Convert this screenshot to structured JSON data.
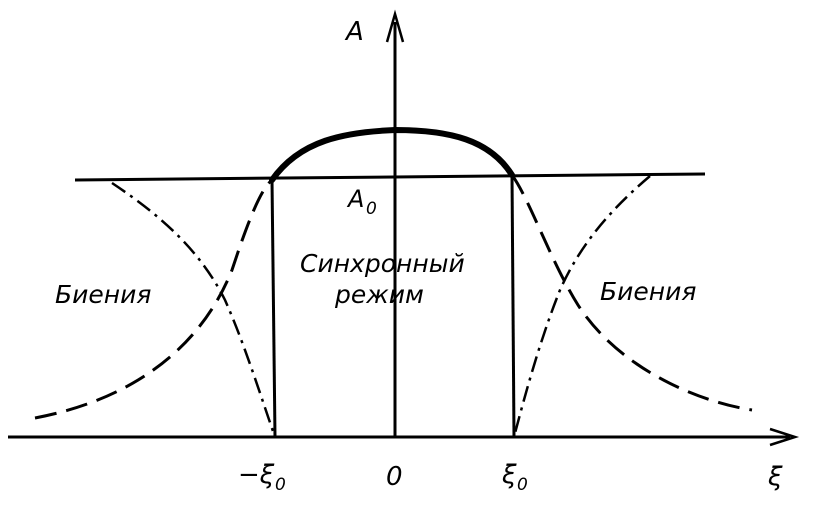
{
  "labels": {
    "y_axis": "A",
    "x_axis": "ξ",
    "a0_base": "A",
    "a0_sub": "0",
    "origin": "0",
    "neg_xi0_base": "−ξ",
    "neg_xi0_sub": "0",
    "xi0_base": "ξ",
    "xi0_sub": "0",
    "sync_line1": "Синхронный",
    "sync_line2": "режим",
    "beats_left": "Биения",
    "beats_right": "Биения"
  },
  "colors": {
    "ink": "#000000",
    "paper": "#ffffff"
  }
}
